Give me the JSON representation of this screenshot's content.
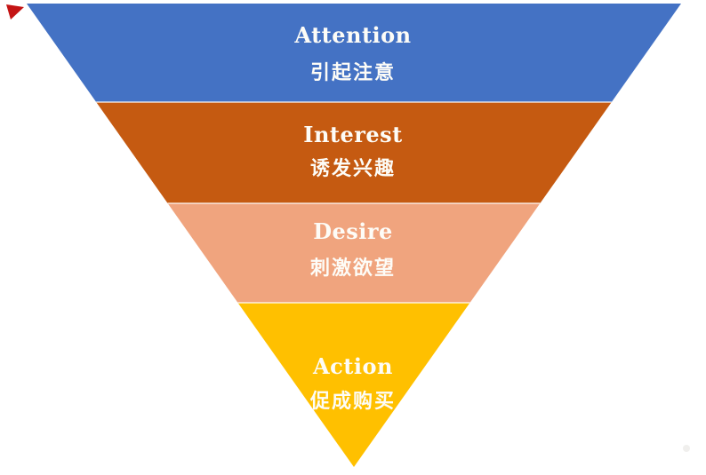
{
  "diagram": {
    "type": "inverted-pyramid-funnel",
    "model": "AIDA",
    "background_color": "#FFFFFF",
    "label_text_color": "#FDFCF7",
    "separator_color": "rgba(255,255,255,0.6)",
    "levels": [
      {
        "name": "attention",
        "label_en": "Attention",
        "label_zh": "引起注意",
        "color": "#4472C4"
      },
      {
        "name": "interest",
        "label_en": "Interest",
        "label_zh": "诱发兴趣",
        "color": "#C55A11"
      },
      {
        "name": "desire",
        "label_en": "Desire",
        "label_zh": "刺激欲望",
        "color": "#F0A47E"
      },
      {
        "name": "action",
        "label_en": "Action",
        "label_zh": "促成购买",
        "color": "#FFC000"
      }
    ]
  },
  "artifacts": {
    "corner_marker_color": "#C41414",
    "smudge_color": "#F0EFED"
  }
}
